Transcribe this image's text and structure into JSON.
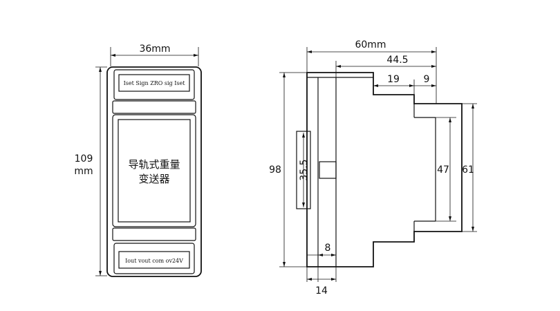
{
  "front_view": {
    "width_label": "36mm",
    "height_label_1": "109",
    "height_label_2": "mm",
    "top_terminals": "Iset Sign ZRO sig Iset",
    "product_name_line1": "导轨式重量",
    "product_name_line2": "变送器",
    "bottom_terminals": "Iout vout com ov24V"
  },
  "side_view": {
    "dim_total_width": "60mm",
    "dim_body_width": "44.5",
    "dim_step_19": "19",
    "dim_step_9": "9",
    "dim_height_98": "98",
    "dim_connector_35_5": "35.5",
    "dim_rail_47": "47",
    "dim_rail_61": "61",
    "dim_offset_8": "8",
    "dim_offset_14": "14"
  }
}
